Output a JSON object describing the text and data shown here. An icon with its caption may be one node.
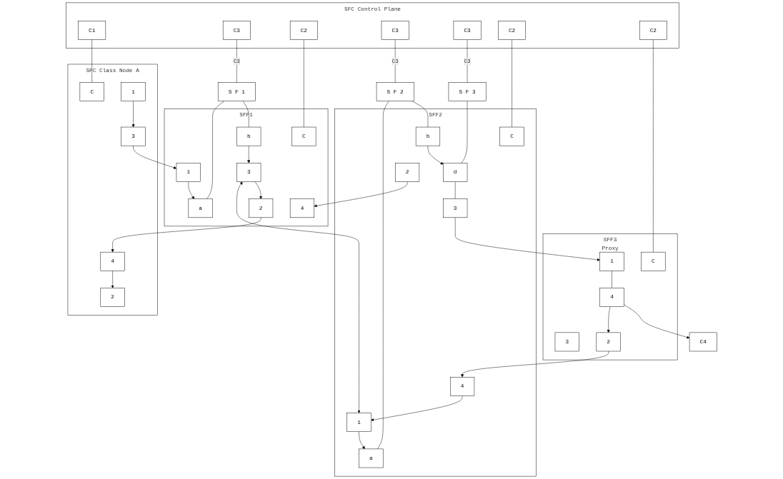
{
  "diagram": {
    "nodes": [
      {
        "text": [
          "SFC Control Plane"
        ]
      },
      {
        "text": [
          "C1"
        ],
        "in": 0
      },
      {
        "text": [
          "C3"
        ],
        "in": 0
      },
      {
        "text": [
          "C2"
        ],
        "in": 0
      },
      {
        "text": [
          "C3"
        ],
        "in": 0
      },
      {
        "text": [
          "C3"
        ],
        "in": 0
      },
      {
        "text": [
          "C2"
        ],
        "in": 0
      },
      {
        "text": [
          "C2"
        ],
        "in": 0
      },
      {
        "text": [
          "S F 1"
        ]
      },
      {
        "text": [
          "S F 2"
        ]
      },
      {
        "text": [
          "S F 3"
        ]
      },
      {
        "text": [
          "SFC Class Node A"
        ]
      },
      {
        "text": [
          "C"
        ],
        "in": 11
      },
      {
        "text": [
          "1"
        ],
        "in": 11
      },
      {
        "text": [
          "3"
        ],
        "in": 11
      },
      {
        "text": [
          "2"
        ],
        "in": 11
      },
      {
        "text": [
          "4"
        ],
        "in": 11
      },
      {
        "text": [
          "SFF1"
        ]
      },
      {
        "text": [
          "a"
        ],
        "in": 17
      },
      {
        "text": [
          "b"
        ],
        "in": 17
      },
      {
        "text": [
          "C"
        ],
        "in": 17
      },
      {
        "text": [
          "1"
        ],
        "in": 17
      },
      {
        "text": [
          "3"
        ],
        "in": 17
      },
      {
        "text": [
          "2"
        ],
        "in": 17
      },
      {
        "text": [
          "4"
        ],
        "in": 17
      },
      {
        "text": [
          "SFF2"
        ]
      },
      {
        "text": [
          "a"
        ],
        "in": 25
      },
      {
        "text": [
          "b"
        ],
        "in": 25
      },
      {
        "text": [
          "d"
        ],
        "in": 25
      },
      {
        "text": [
          "C"
        ],
        "in": 25
      },
      {
        "text": [
          "1"
        ],
        "in": 25
      },
      {
        "text": [
          "3"
        ],
        "in": 25
      },
      {
        "text": [
          "2"
        ],
        "in": 25
      },
      {
        "text": [
          "4"
        ],
        "in": 25
      },
      {
        "text": [
          "SFF3",
          "Proxy"
        ]
      },
      {
        "text": [
          "C"
        ],
        "in": 34
      },
      {
        "text": [
          "1"
        ],
        "in": 34
      },
      {
        "text": [
          "3"
        ],
        "in": 34
      },
      {
        "text": [
          "2"
        ],
        "in": 34
      },
      {
        "text": [
          "4"
        ],
        "in": 34
      },
      {
        "text": [
          "C4"
        ]
      }
    ],
    "edges": [
      {
        "from": 1,
        "to": 12,
        "arrow": "none"
      },
      {
        "from": 2,
        "to": 8,
        "arrow": "none",
        "label": "C3"
      },
      {
        "from": 3,
        "to": 20,
        "arrow": "none"
      },
      {
        "from": 4,
        "to": 9,
        "arrow": "none",
        "label": "C3"
      },
      {
        "from": 5,
        "to": 10,
        "arrow": "none",
        "label": "C3"
      },
      {
        "from": 6,
        "to": 29,
        "arrow": "none"
      },
      {
        "from": 7,
        "to": 35,
        "arrow": "none"
      },
      {
        "from": 8,
        "to": 18,
        "arrow": "none"
      },
      {
        "from": 8,
        "to": 19,
        "arrow": "none"
      },
      {
        "from": 9,
        "to": 26,
        "arrow": "none"
      },
      {
        "from": 9,
        "to": 27,
        "arrow": "none"
      },
      {
        "from": 10,
        "to": 28,
        "arrow": "none"
      },
      {
        "from": 13,
        "to": 14,
        "arrow": "to"
      },
      {
        "from": 14,
        "to": 21,
        "arrow": "to"
      },
      {
        "from": 21,
        "to": 18,
        "arrow": "to"
      },
      {
        "from": 19,
        "to": 22,
        "arrow": "to"
      },
      {
        "from": 22,
        "to": 30,
        "arrow": "both"
      },
      {
        "from": 30,
        "to": 26,
        "arrow": "to"
      },
      {
        "from": 27,
        "to": 28,
        "arrow": "to"
      },
      {
        "from": 28,
        "to": 31,
        "arrow": "none"
      },
      {
        "from": 31,
        "to": 36,
        "arrow": "to"
      },
      {
        "from": 36,
        "to": 39,
        "arrow": "none"
      },
      {
        "from": 39,
        "to": 38,
        "arrow": "to"
      },
      {
        "from": 39,
        "to": 40,
        "arrow": "to"
      },
      {
        "from": 38,
        "to": 33,
        "arrow": "to"
      },
      {
        "from": 33,
        "to": 30,
        "arrow": "to"
      },
      {
        "from": 32,
        "to": 24,
        "arrow": "to"
      },
      {
        "from": 22,
        "to": 23,
        "arrow": "to"
      },
      {
        "from": 23,
        "to": 16,
        "arrow": "to"
      },
      {
        "from": 16,
        "to": 15,
        "arrow": "to"
      }
    ]
  }
}
